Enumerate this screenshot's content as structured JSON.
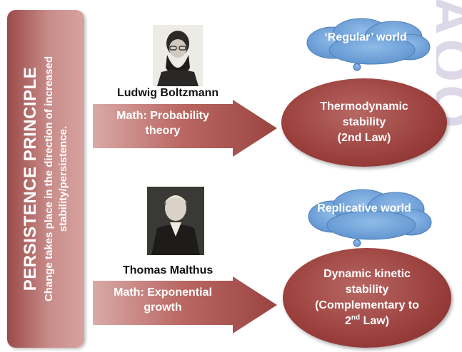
{
  "side_panel": {
    "title": "PERSISTENCE PRINCIPLE",
    "subtitle": "Change takes place in the direction of increased stability/persistence."
  },
  "rows": [
    {
      "person": "Ludwig Boltzmann",
      "arrow_text": "Math: Probability theory",
      "world": "‘Regular’ world",
      "stability_lines": [
        "Thermodynamic",
        "stability",
        "(2nd Law)"
      ]
    },
    {
      "person": "Thomas  Malthus",
      "arrow_text": "Math: Exponential growth",
      "world": "Replicative world",
      "stability_lines": [
        "Dynamic kinetic",
        "stability",
        "(Complementary to"
      ],
      "stability_last": {
        "main": "2",
        "sup": "nd",
        "tail": " Law)"
      }
    }
  ],
  "colors": {
    "panel": "#b36663",
    "arrow": "#a85450",
    "oval": "#9a3f3c",
    "cloud": "#6fa3d9",
    "decor": "#dcd8e8"
  }
}
